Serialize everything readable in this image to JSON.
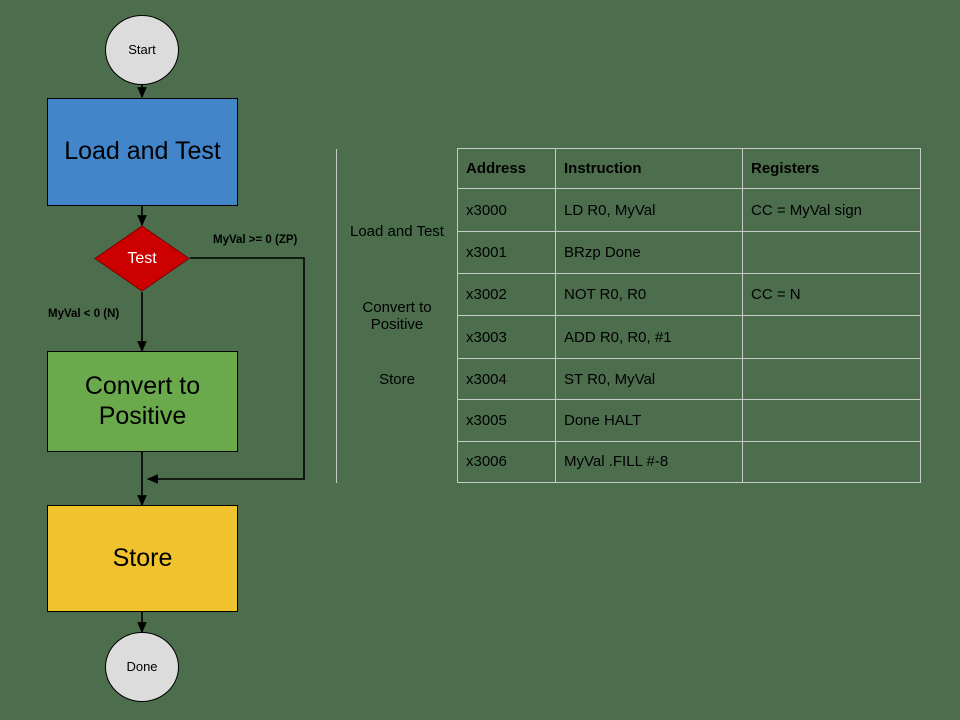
{
  "diagram": {
    "title": "LC-3 absolute value flowchart and program listing",
    "colors": {
      "background": "#4c6e4d",
      "terminator_fill": "#dcdcdc",
      "load_fill": "#4285c9",
      "test_fill": "#cc0000",
      "convert_fill": "#6aaa4c",
      "store_fill": "#efc22e",
      "stroke": "#000000",
      "table_border": "#c8ccc8"
    },
    "nodes": {
      "start": "Start",
      "load_and_test": "Load and Test",
      "test": "Test",
      "convert_to_positive": "Convert to Positive",
      "store": "Store",
      "done": "Done"
    },
    "edge_labels": {
      "negative_branch": "MyVal < 0 (N)",
      "nonnegative_branch": "MyVal >= 0 (ZP)"
    }
  },
  "table": {
    "group_header": "",
    "headers": [
      "Address",
      "Instruction",
      "Registers"
    ],
    "groups": [
      {
        "label": "",
        "rowspan": 1
      },
      {
        "label": "Load and Test",
        "rowspan": 2,
        "color_key": "load_fill"
      },
      {
        "label": "Convert to Positive",
        "rowspan": 2,
        "color_key": "convert_fill"
      },
      {
        "label": "Store",
        "rowspan": 1,
        "color_key": "store_fill"
      },
      {
        "label": "",
        "rowspan": 2
      }
    ],
    "rows": [
      {
        "group": "Load and Test",
        "address": "x3000",
        "instruction": "LD R0, MyVal",
        "registers": "CC = MyVal sign"
      },
      {
        "group": "Load and Test",
        "address": "x3001",
        "instruction": "BRzp Done",
        "registers": ""
      },
      {
        "group": "Convert to Positive",
        "address": "x3002",
        "instruction": "NOT R0, R0",
        "registers": "CC = N"
      },
      {
        "group": "Convert to Positive",
        "address": "x3003",
        "instruction": "ADD R0, R0, #1",
        "registers": ""
      },
      {
        "group": "Store",
        "address": "x3004",
        "instruction": "ST R0, MyVal",
        "registers": ""
      },
      {
        "group": "",
        "address": "x3005",
        "instruction": "Done HALT",
        "registers": ""
      },
      {
        "group": "",
        "address": "x3006",
        "instruction": "MyVal .FILL #-8",
        "registers": ""
      }
    ]
  }
}
